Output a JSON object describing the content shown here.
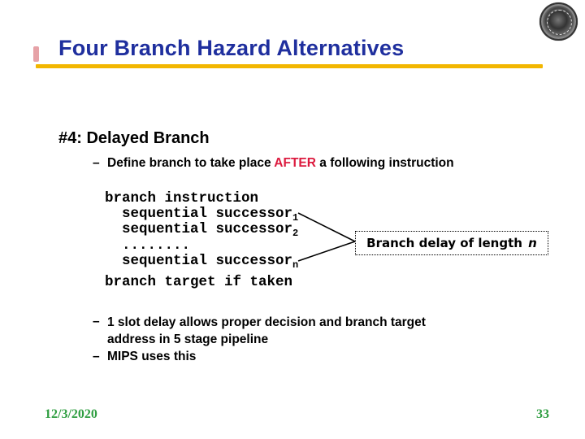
{
  "slide": {
    "title": "Four Branch Hazard Alternatives",
    "section_heading": "#4: Delayed Branch",
    "dash": "–",
    "define_bullet": {
      "pre": "Define branch to take place ",
      "highlight": "AFTER",
      "post": " a following instruction"
    },
    "code": {
      "line_branch": "branch instruction",
      "sequential": "sequential successor",
      "sub1": "1",
      "sub2": "2",
      "subn": "n",
      "dots": "........",
      "line_target": "branch target if taken"
    },
    "callout": {
      "text": "Branch delay of length ",
      "var": "n"
    },
    "slot_bullet": "1 slot delay allows proper decision and branch target address in 5 stage pipeline",
    "mips_bullet": "MIPS uses this",
    "footer": {
      "date": "12/3/2020",
      "page_number": "33"
    },
    "icons": {
      "logo": "university-seal"
    },
    "colors": {
      "title_blue": "#1F2F9E",
      "rule_gold": "#F2B600",
      "highlight_red": "#DC1A3E",
      "footer_green": "#2F9E41",
      "text_black": "#000000"
    }
  }
}
